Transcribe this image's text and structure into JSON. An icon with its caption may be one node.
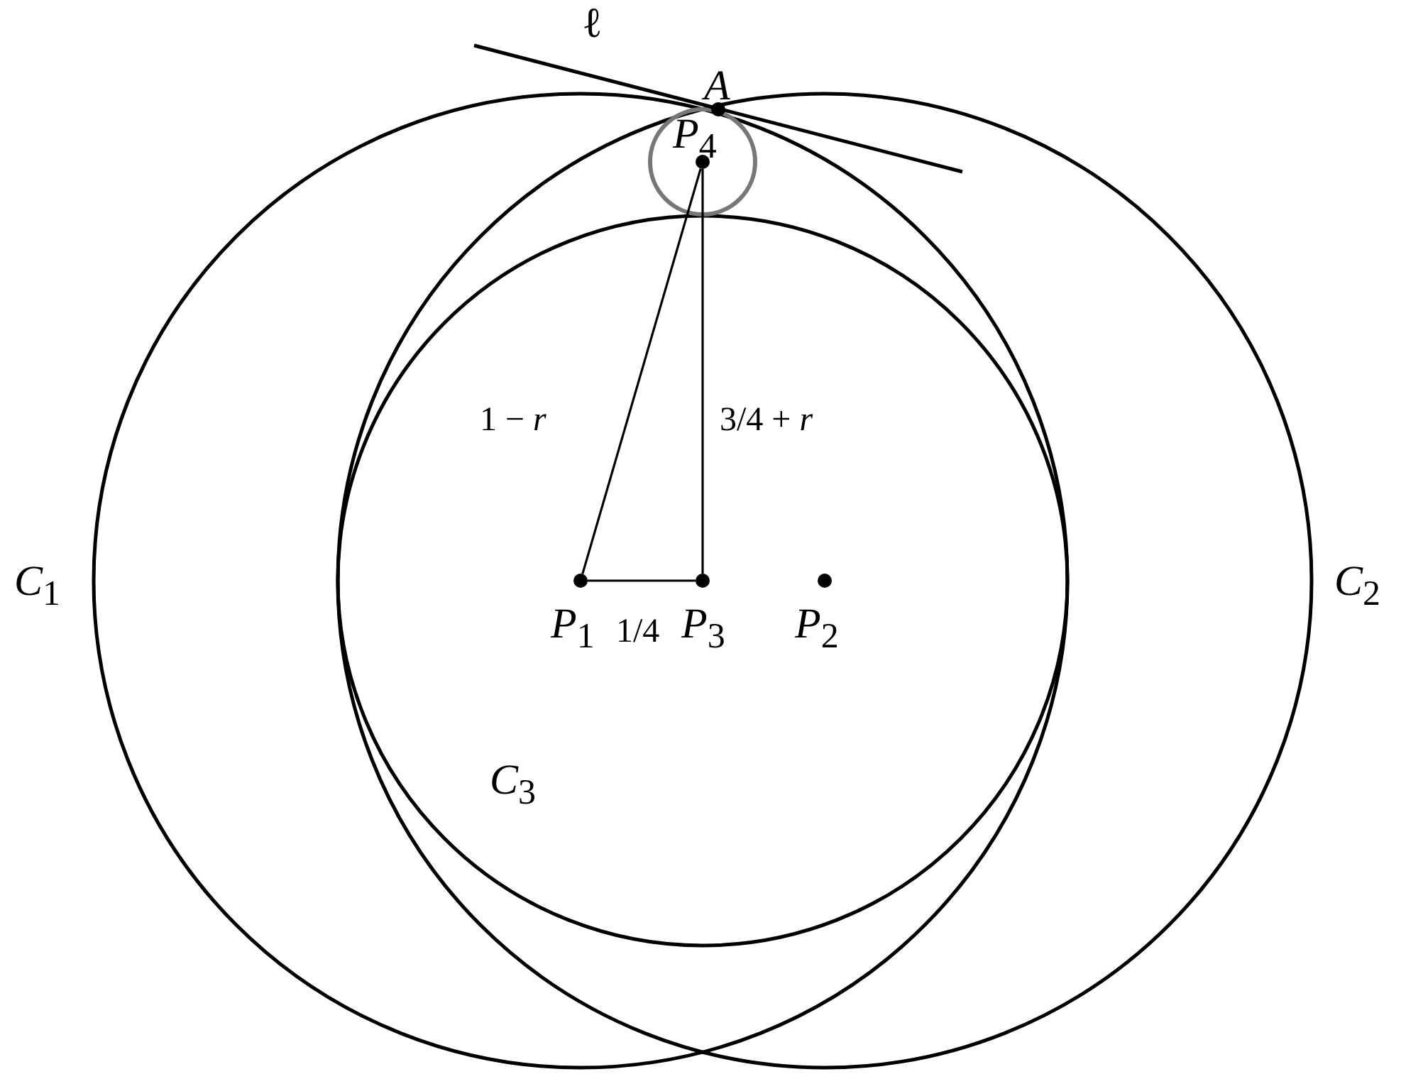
{
  "diagram": {
    "nodes": [
      {
        "text": [
          "*A*"
        ]
      },
      {
        "text": [
          "*P*$_{4}$"
        ]
      },
      {
        "text": [
          "*P*$_{1}$"
        ]
      },
      {
        "text": [
          "*P*$_{3}$"
        ]
      },
      {
        "text": [
          "*P*$_{2}$"
        ]
      }
    ],
    "edges": [
      {
        "from": 1,
        "to": 2,
        "arrow": "none",
        "label": "1 − *r*"
      },
      {
        "from": 1,
        "to": 3,
        "arrow": "none",
        "label": "3/4 + *r*"
      },
      {
        "from": 2,
        "to": 3,
        "arrow": "none",
        "label": "1/4"
      }
    ],
    "labels": [
      "ℓ",
      "*C*$_{1}$",
      "*C*$_{2}$",
      "*C*$_{3}$"
    ]
  }
}
